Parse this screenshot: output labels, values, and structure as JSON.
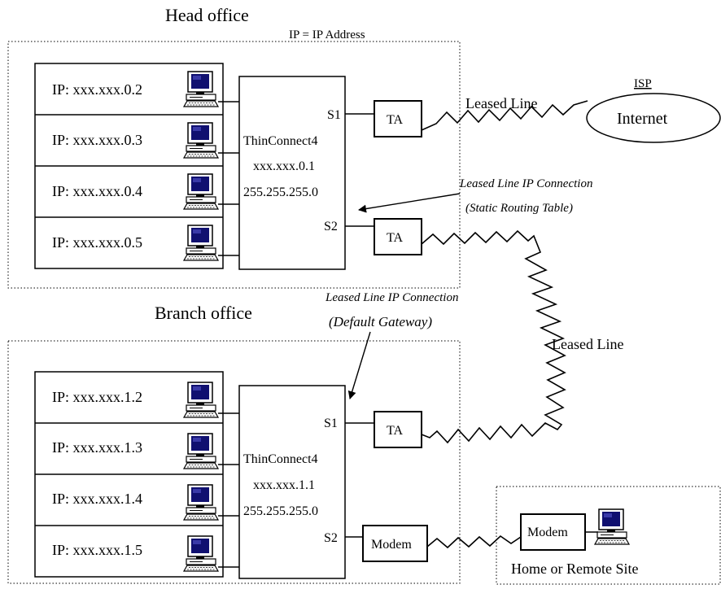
{
  "head_office": {
    "title": "Head office",
    "legend": "IP = IP Address",
    "hosts": [
      "IP: xxx.xxx.0.2",
      "IP: xxx.xxx.0.3",
      "IP: xxx.xxx.0.4",
      "IP: xxx.xxx.0.5"
    ],
    "router": {
      "name": "ThinConnect4",
      "ip": "xxx.xxx.0.1",
      "mask": "255.255.255.0",
      "port1": "S1",
      "port2": "S2"
    },
    "ta1": "TA",
    "ta2": "TA"
  },
  "internet": {
    "isp_label": "ISP",
    "cloud_label": "Internet",
    "line_label": "Leased Line"
  },
  "annotations": {
    "static_line1": "Leased Line IP Connection",
    "static_line2": "(Static Routing Table)",
    "gateway_line1": "Leased Line IP Connection",
    "gateway_line2": "(Default Gateway)",
    "wan_label": "Leased Line"
  },
  "branch_office": {
    "title": "Branch office",
    "hosts": [
      "IP: xxx.xxx.1.2",
      "IP: xxx.xxx.1.3",
      "IP: xxx.xxx.1.4",
      "IP: xxx.xxx.1.5"
    ],
    "router": {
      "name": "ThinConnect4",
      "ip": "xxx.xxx.1.1",
      "mask": "255.255.255.0",
      "port1": "S1",
      "port2": "S2"
    },
    "ta": "TA",
    "modem": "Modem"
  },
  "remote_site": {
    "modem": "Modem",
    "label": "Home or Remote Site"
  }
}
